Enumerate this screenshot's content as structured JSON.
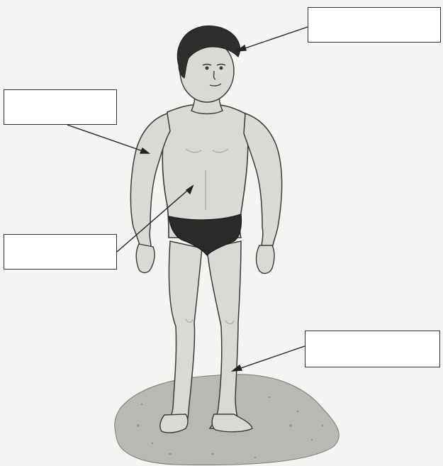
{
  "diagram": {
    "labels": [
      {
        "key": "head",
        "text": ""
      },
      {
        "key": "arm",
        "text": ""
      },
      {
        "key": "abdomen",
        "text": ""
      },
      {
        "key": "leg",
        "text": ""
      }
    ]
  },
  "colors": {
    "background": "#f4f4f2",
    "skin": "#d9d9d6",
    "skin_shadow": "#a9a9a5",
    "outline": "#3a3a3a",
    "hair": "#2e2e2e",
    "briefs": "#2a2a2a",
    "ground": "#b9b9b4",
    "box_border": "#333333",
    "arrow": "#222222"
  }
}
